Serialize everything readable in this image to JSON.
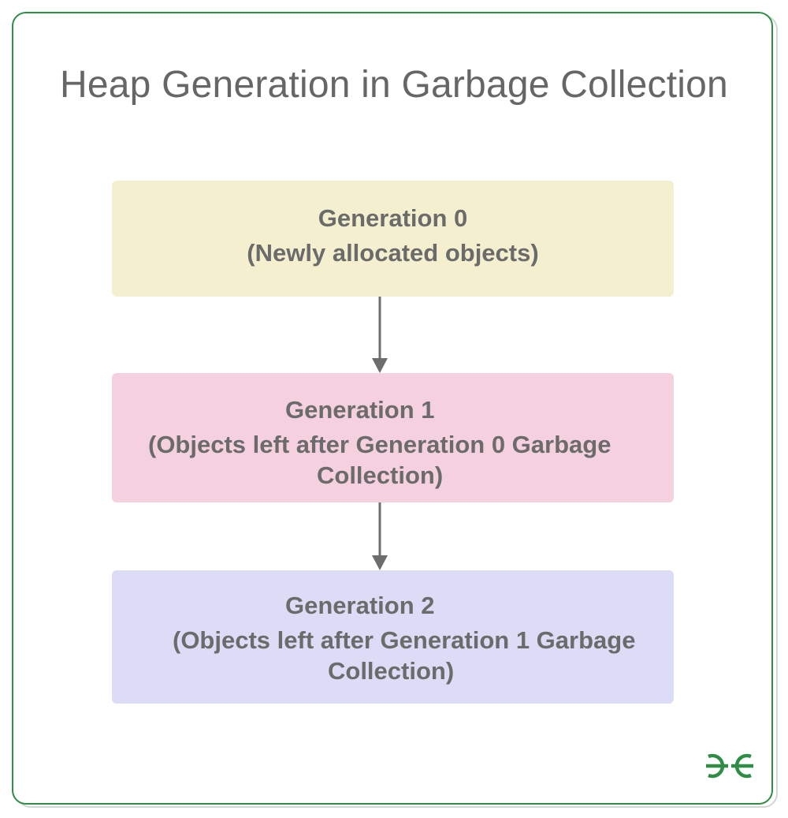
{
  "diagram": {
    "title": "Heap Generation in Garbage Collection",
    "generations": [
      {
        "heading": "Generation 0",
        "description": [
          "(Newly allocated objects)"
        ],
        "color": "#f4f0cf"
      },
      {
        "heading": "Generation 1",
        "description": [
          "(Objects left after Generation 0 Garbage",
          "Collection)"
        ],
        "color": "#f5d1e0"
      },
      {
        "heading": "Generation 2",
        "description": [
          "(Objects left after Generation 1 Garbage",
          "Collection)"
        ],
        "color": "#dcdcf6"
      }
    ]
  },
  "colors": {
    "frame_border": "#2f8d46",
    "text": "#6b6b6b",
    "title_text": "#666666",
    "arrow": "#6d6d6d"
  },
  "logo": {
    "icon": "geeksforgeeks-logo-icon"
  }
}
